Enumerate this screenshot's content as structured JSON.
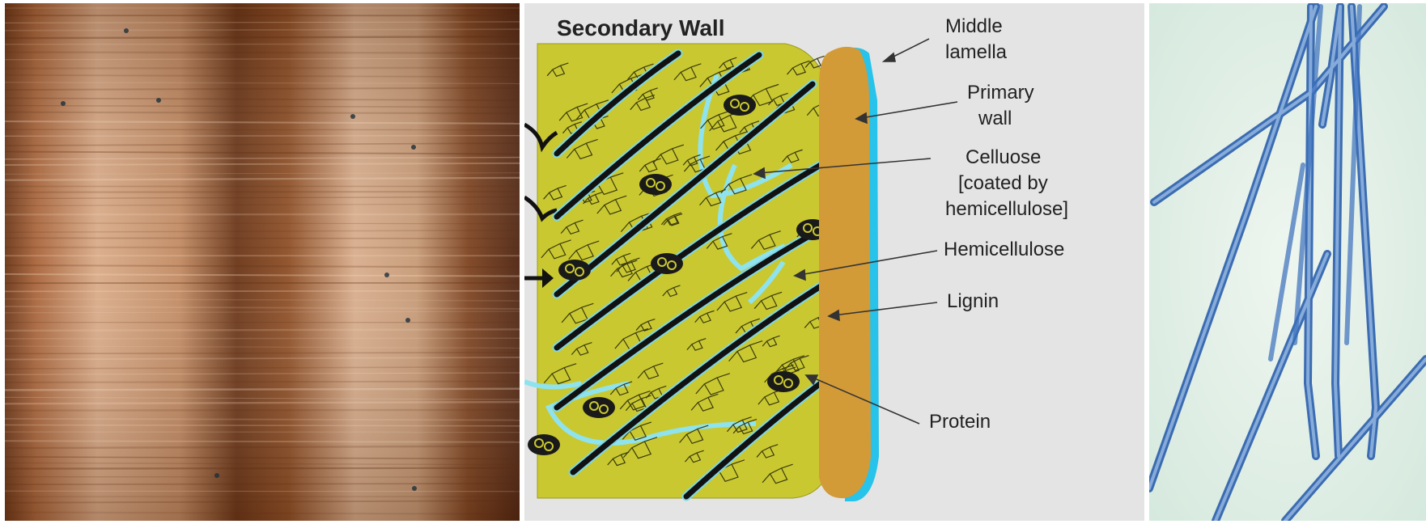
{
  "diagram": {
    "title": "Secondary Wall",
    "labels": {
      "middle_lamella": [
        "Middle",
        "lamella"
      ],
      "primary_wall": [
        "Primary",
        "wall"
      ],
      "cellulose": [
        "Celluose",
        "[coated by",
        "hemicellulose]"
      ],
      "hemicellulose": "Hemicellulose",
      "lignin": "Lignin",
      "protein": "Protein"
    }
  },
  "colors": {
    "wood_dark": "#5a2c12",
    "wood_light": "#d2a07c",
    "matrix": "#c9c830",
    "primary_wall": "#d39a38",
    "middle_lamella": "#27c3ea",
    "hemicellulose_strand": "#8fe3ee",
    "fiber_blue": "#4a7fc4",
    "micro_bg": "#dfeee6"
  },
  "icons": [
    "wood-photo",
    "cell-wall-diagram",
    "fiber-micrograph"
  ]
}
